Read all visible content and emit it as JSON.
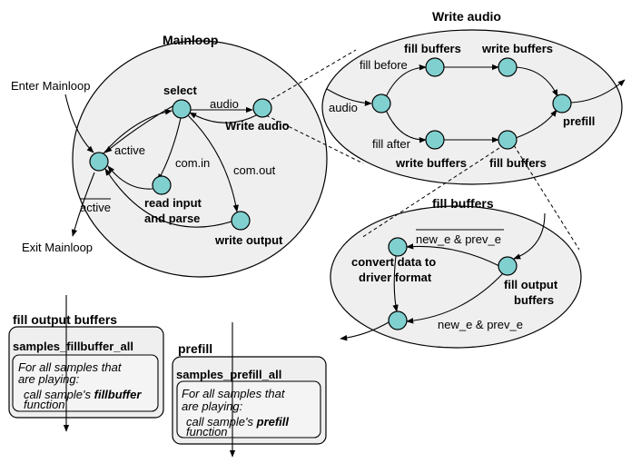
{
  "mainloop": {
    "title": "Mainloop",
    "enter": "Enter Mainloop",
    "exit": "Exit Mainloop",
    "select": "select",
    "audio_edge": "audio",
    "write_audio": "Write audio",
    "active_edge": "active",
    "not_active_edge": "active",
    "com_in": "com.in",
    "com_out": "com.out",
    "read_input_1": "read input",
    "read_input_2": "and parse",
    "write_output": "write output"
  },
  "write_audio": {
    "title": "Write audio",
    "fill_buffers_top": "fill buffers",
    "write_buffers_top": "write buffers",
    "fill_before": "fill before",
    "audio_in": "audio",
    "prefill": "prefill",
    "fill_after": "fill after",
    "write_buffers_bottom": "write buffers",
    "fill_buffers_bottom": "fill buffers"
  },
  "fill_buffers": {
    "title": "fill buffers",
    "cond_top": "new_e & prev_e",
    "convert_1": "convert data to",
    "convert_2": "driver format",
    "fill_output_1": "fill output",
    "fill_output_2": "buffers",
    "cond_bottom": "new_e & prev_e"
  },
  "fill_output_box": {
    "title": "fill output buffers",
    "function": "samples_fillbuffer_all",
    "line1": "For all samples that",
    "line2": "are playing:",
    "line3_pre": "call sample's ",
    "line3_bold": "fillbuffer",
    "line4": "function"
  },
  "prefill_box": {
    "title": "prefill",
    "function": "samples_prefill_all",
    "line1": "For all samples that",
    "line2": "are playing:",
    "line3_pre": "call sample's ",
    "line3_bold": "prefill",
    "line4": "function"
  }
}
